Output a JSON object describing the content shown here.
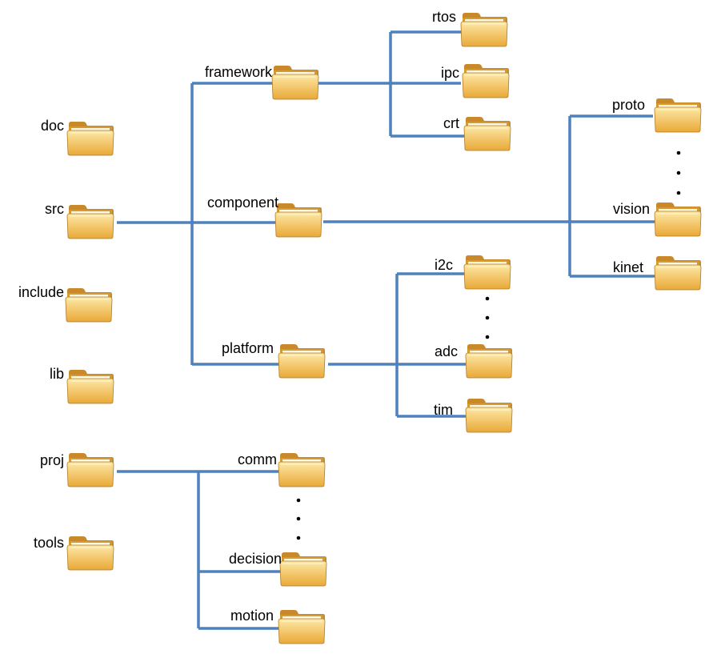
{
  "colors": {
    "line": "#4f81bd",
    "folder_front_top": "#fde8a6",
    "folder_front_bottom": "#e9a937",
    "folder_back": "#d69a33",
    "folder_tab": "#c9882a",
    "folder_edge": "#b07a25",
    "text": "#000000"
  },
  "folders": [
    {
      "id": "doc",
      "label": "doc"
    },
    {
      "id": "src",
      "label": "src"
    },
    {
      "id": "include",
      "label": "include"
    },
    {
      "id": "lib",
      "label": "lib"
    },
    {
      "id": "proj",
      "label": "proj"
    },
    {
      "id": "tools",
      "label": "tools"
    },
    {
      "id": "framework",
      "label": "framework"
    },
    {
      "id": "component",
      "label": "component"
    },
    {
      "id": "platform",
      "label": "platform"
    },
    {
      "id": "rtos",
      "label": "rtos"
    },
    {
      "id": "ipc",
      "label": "ipc"
    },
    {
      "id": "crt",
      "label": "crt"
    },
    {
      "id": "proto",
      "label": "proto"
    },
    {
      "id": "vision",
      "label": "vision"
    },
    {
      "id": "kinet",
      "label": "kinet"
    },
    {
      "id": "i2c",
      "label": "i2c"
    },
    {
      "id": "adc",
      "label": "adc"
    },
    {
      "id": "tim",
      "label": "tim"
    },
    {
      "id": "comm",
      "label": "comm"
    },
    {
      "id": "decision",
      "label": "decision"
    },
    {
      "id": "motion",
      "label": "motion"
    }
  ],
  "ellipsis_groups": [
    "component-children",
    "platform-children",
    "proj-children"
  ],
  "icon": "folder-icon"
}
